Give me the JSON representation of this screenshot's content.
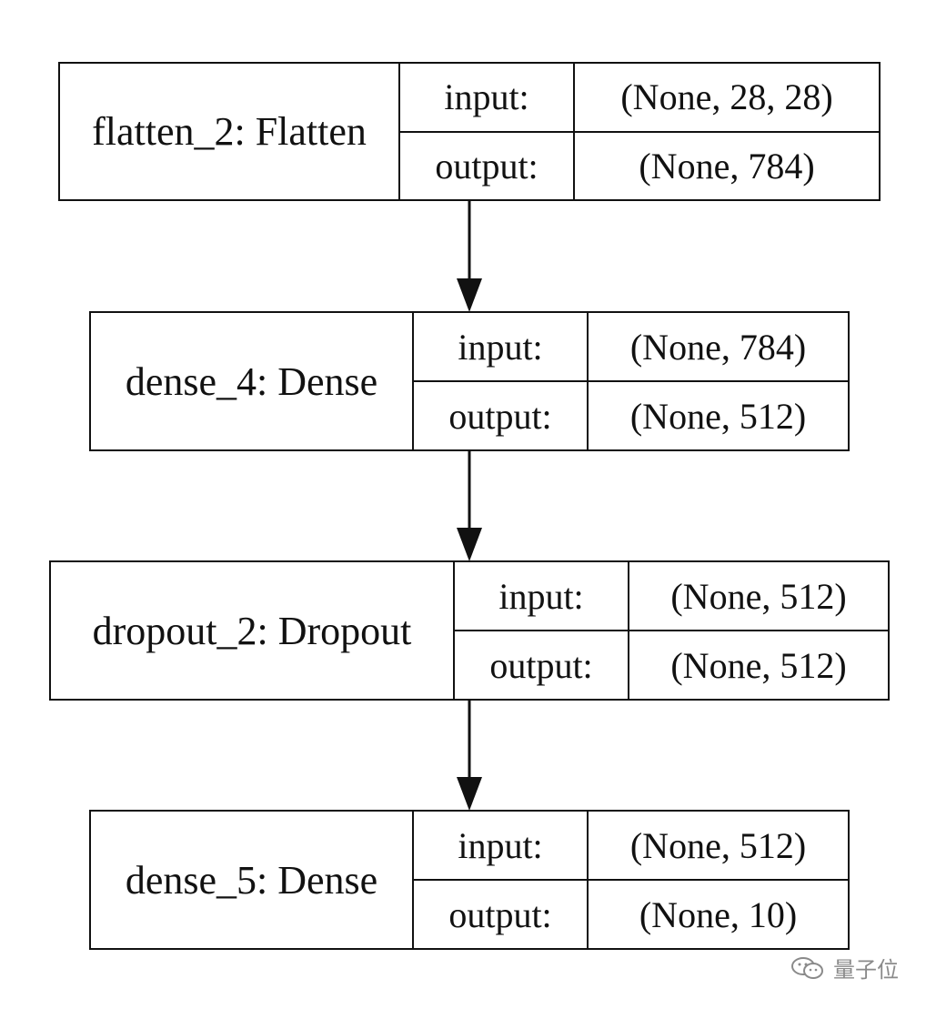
{
  "layers": [
    {
      "name": "flatten_2: Flatten",
      "input_label": "input:",
      "input_value": "(None, 28, 28)",
      "output_label": "output:",
      "output_value": "(None, 784)"
    },
    {
      "name": "dense_4: Dense",
      "input_label": "input:",
      "input_value": "(None, 784)",
      "output_label": "output:",
      "output_value": "(None, 512)"
    },
    {
      "name": "dropout_2: Dropout",
      "input_label": "input:",
      "input_value": "(None, 512)",
      "output_label": "output:",
      "output_value": "(None, 512)"
    },
    {
      "name": "dense_5: Dense",
      "input_label": "input:",
      "input_value": "(None, 512)",
      "output_label": "output:",
      "output_value": "(None, 10)"
    }
  ],
  "watermark": {
    "text": "量子位",
    "icon": "wechat-icon"
  },
  "colors": {
    "line": "#111111",
    "background": "#ffffff",
    "watermark": "#8a8a8a"
  }
}
